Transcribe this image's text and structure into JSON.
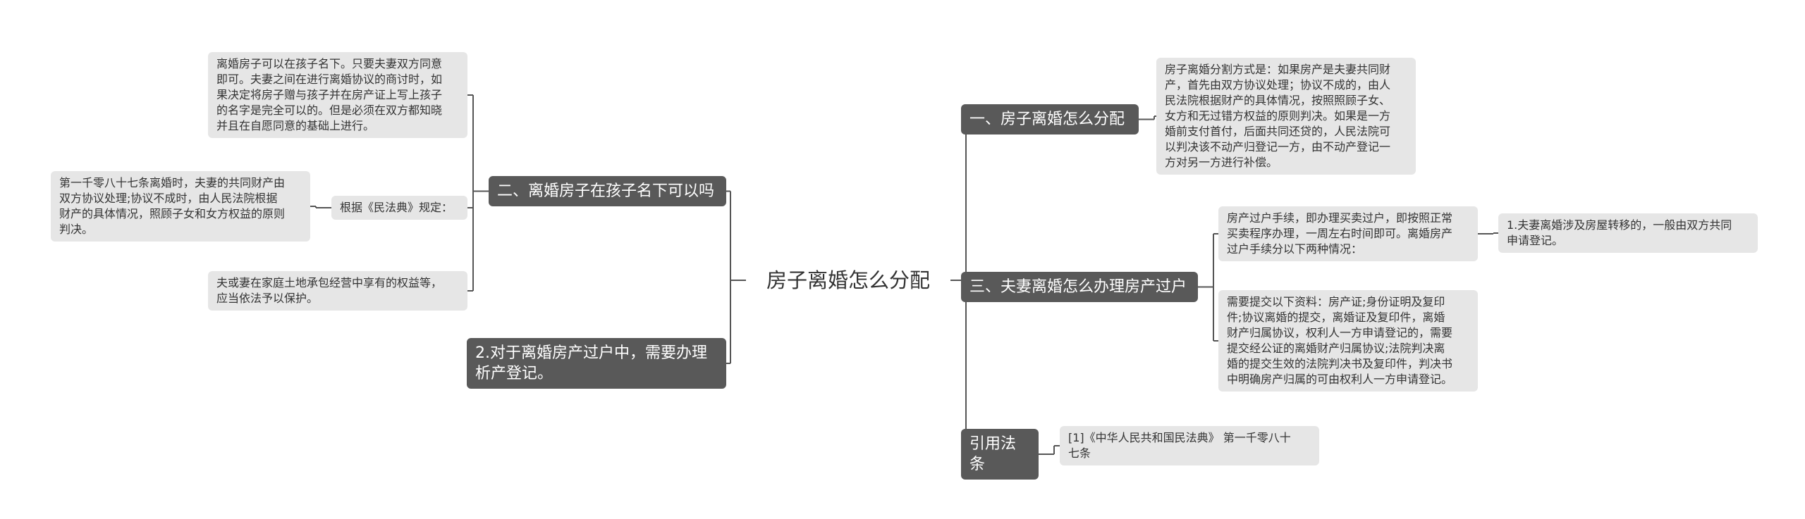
{
  "colors": {
    "branch_bg": "#595959",
    "leaf_bg": "#e6e6e6",
    "line": "#555555",
    "text_dark": "#333333"
  },
  "root": {
    "label": "房子离婚怎么分配"
  },
  "right": {
    "b1": {
      "label": "一、房子离婚怎么分配",
      "leaf": "房子离婚分割方式是：如果房产是夫妻共同财\n产，首先由双方协议处理；协议不成的，由人\n民法院根据财产的具体情况，按照照顾子女、\n女方和无过错方权益的原则判决。如果是一方\n婚前支付首付，后面共同还贷的，人民法院可\n以判决该不动产归登记一方，由不动产登记一\n方对另一方进行补偿。"
    },
    "b3": {
      "label": "三、夫妻离婚怎么办理房产过户",
      "leaf1": "房产过户手续，即办理买卖过户，即按照正常\n买卖程序办理，一周左右时间即可。离婚房产\n过户手续分以下两种情况：",
      "leaf1_child": "1.夫妻离婚涉及房屋转移的，一般由双方共同\n申请登记。",
      "leaf2": "需要提交以下资料：房产证;身份证明及复印\n件;协议离婚的提交，离婚证及复印件，离婚\n财产归属协议，权利人一方申请登记的，需要\n提交经公证的离婚财产归属协议;法院判决离\n婚的提交生效的法院判决书及复印件，判决书\n中明确房产归属的可由权利人一方申请登记。"
    },
    "b4": {
      "label": "引用法条",
      "leaf": "[1]《中华人民共和国民法典》 第一千零八十\n七条"
    }
  },
  "left": {
    "b2": {
      "label": "二、离婚房子在孩子名下可以吗",
      "leaf1": "离婚房子可以在孩子名下。只要夫妻双方同意\n即可。夫妻之间在进行离婚协议的商讨时，如\n果决定将房子赠与孩子并在房产证上写上孩子\n的名字是完全可以的。但是必须在双方都知晓\n并且在自愿同意的基础上进行。",
      "leaf2": "根据《民法典》规定：",
      "leaf2_child": "第一千零八十七条离婚时，夫妻的共同财产由\n双方协议处理;协议不成时，由人民法院根据\n财产的具体情况，照顾子女和女方权益的原则\n判决。",
      "leaf3": "夫或妻在家庭土地承包经营中享有的权益等，\n应当依法予以保护。"
    },
    "b5": {
      "label": "2.对于离婚房产过户中，需要办理\n析产登记。"
    }
  }
}
